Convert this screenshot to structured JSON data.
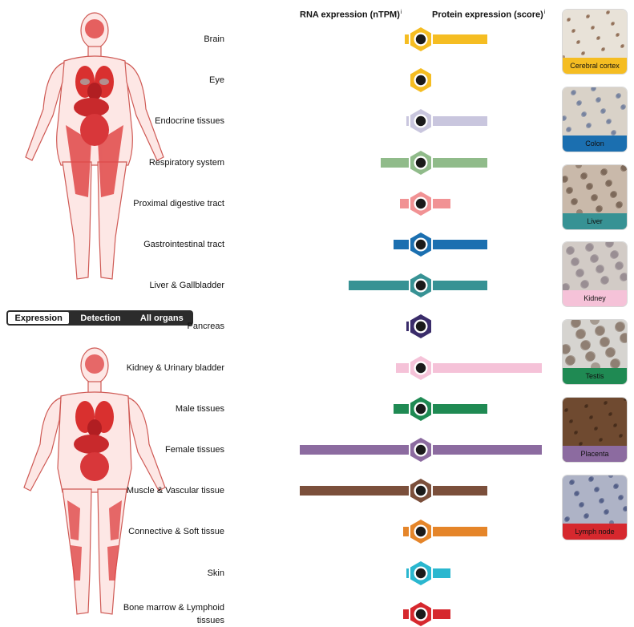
{
  "headers": {
    "rna": "RNA expression (nTPM)",
    "protein": "Protein expression (score)",
    "info_mark": "i"
  },
  "toggle": {
    "options": [
      {
        "label": "Expression",
        "active": true
      },
      {
        "label": "Detection",
        "active": false
      },
      {
        "label": "All organs",
        "active": false
      }
    ]
  },
  "organs": [
    {
      "label": "Brain",
      "color": "#f5bd22",
      "icon": "brain-icon",
      "rna": 0.04,
      "protein": 0.5
    },
    {
      "label": "Eye",
      "color": "#f5bd22",
      "icon": "eye-icon",
      "rna": 0.0,
      "protein": 0.0
    },
    {
      "label": "Endocrine tissues",
      "color": "#c9c6de",
      "icon": "thyroid-icon",
      "rna": 0.02,
      "protein": 0.5
    },
    {
      "label": "Respiratory system",
      "color": "#90bb8a",
      "icon": "lungs-icon",
      "rna": 0.26,
      "protein": 0.5
    },
    {
      "label": "Proximal digestive tract",
      "color": "#f19294",
      "icon": "head-icon",
      "rna": 0.08,
      "protein": 0.16
    },
    {
      "label": "Gastrointestinal tract",
      "color": "#1b6fb0",
      "icon": "stomach-icon",
      "rna": 0.14,
      "protein": 0.5
    },
    {
      "label": "Liver & Gallbladder",
      "color": "#379294",
      "icon": "liver-icon",
      "rna": 0.55,
      "protein": 0.5
    },
    {
      "label": "Pancreas",
      "color": "#3a2c6a",
      "icon": "pancreas-icon",
      "rna": 0.02,
      "protein": 0.0
    },
    {
      "label": "Kidney & Urinary bladder",
      "color": "#f5c2d8",
      "icon": "kidney-icon",
      "rna": 0.12,
      "protein": 1.0
    },
    {
      "label": "Male tissues",
      "color": "#1f8a53",
      "icon": "male-icon",
      "rna": 0.14,
      "protein": 0.5
    },
    {
      "label": "Female tissues",
      "color": "#8c6ba0",
      "icon": "uterus-icon",
      "rna": 1.0,
      "protein": 1.0
    },
    {
      "label": "Muscle & Vascular tissue",
      "color": "#7b4f3b",
      "icon": "heart-icon",
      "rna": 1.0,
      "protein": 0.5
    },
    {
      "label": "Connective & Soft tissue",
      "color": "#e58529",
      "icon": "adipose-icon",
      "rna": 0.05,
      "protein": 0.5
    },
    {
      "label": "Skin",
      "color": "#2ab7cf",
      "icon": "skin-icon",
      "rna": 0.02,
      "protein": 0.16
    },
    {
      "label": "Bone marrow & Lymphoid tissues",
      "color": "#d6282e",
      "icon": "lymph-icon",
      "rna": 0.05,
      "protein": 0.16
    }
  ],
  "thumbnails": [
    {
      "label": "Cerebral cortex",
      "color": "#f5bd22"
    },
    {
      "label": "Colon",
      "color": "#1b6fb0"
    },
    {
      "label": "Liver",
      "color": "#379294"
    },
    {
      "label": "Kidney",
      "color": "#f5c2d8"
    },
    {
      "label": "Testis",
      "color": "#1f8a53"
    },
    {
      "label": "Placenta",
      "color": "#8c6ba0"
    },
    {
      "label": "Lymph node",
      "color": "#d6282e"
    }
  ]
}
